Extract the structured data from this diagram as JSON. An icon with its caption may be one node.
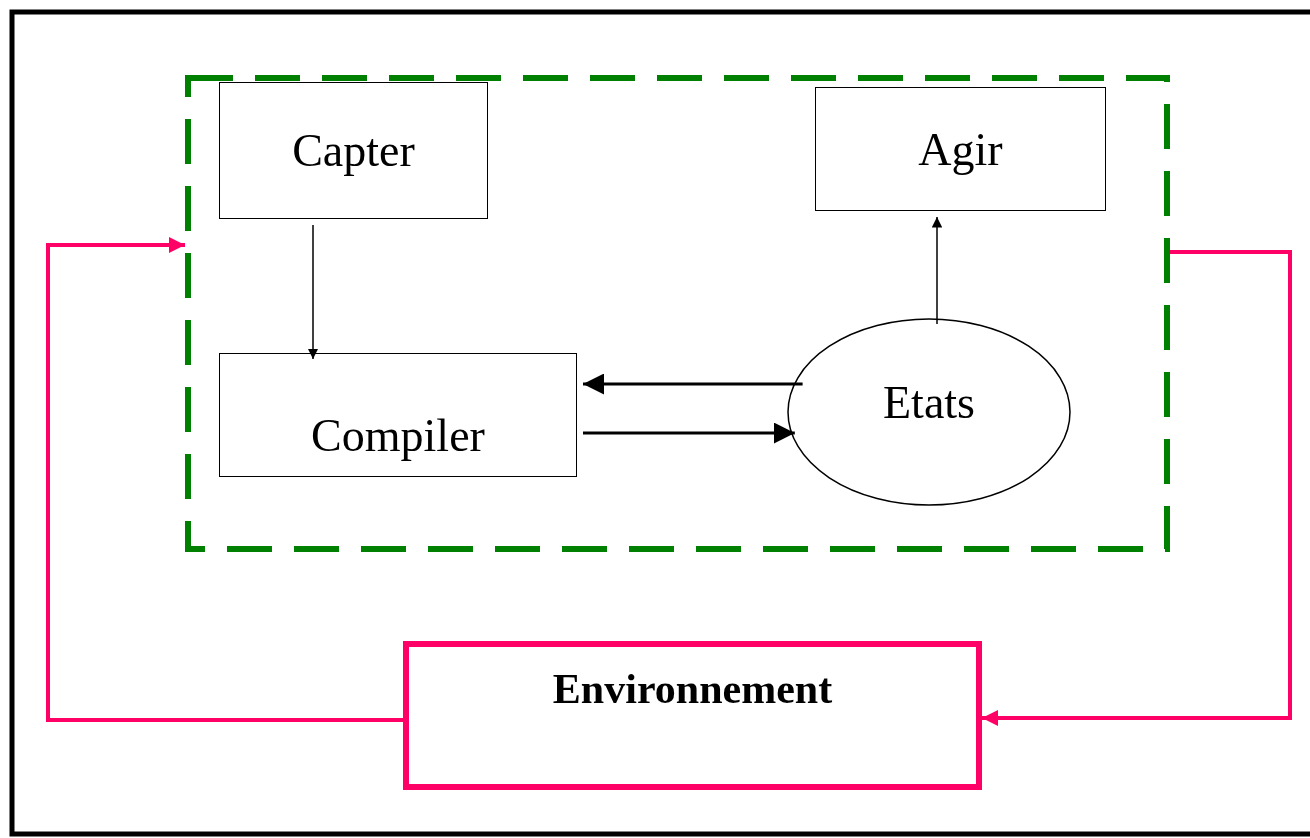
{
  "diagram": {
    "nodes": [
      {
        "text": [],
        "shape": "box"
      },
      {
        "text": [
          "Capter"
        ],
        "in": 0
      },
      {
        "text": [
          "Agir"
        ],
        "in": 0
      },
      {
        "text": [
          "Compiler"
        ],
        "in": 0
      },
      {
        "text": [
          "Etats"
        ],
        "in": 0
      },
      {
        "text": [
          "Environnement"
        ]
      }
    ],
    "edges": [
      {
        "from": 1,
        "to": 3,
        "arrow": "to"
      },
      {
        "from": 4,
        "to": 3,
        "arrow": "to"
      },
      {
        "from": 3,
        "to": 4,
        "arrow": "to"
      },
      {
        "from": 4,
        "to": 2,
        "arrow": "to"
      },
      {
        "from": 5,
        "to": 0,
        "arrow": "to",
        "color": "#ff0066"
      },
      {
        "from": 0,
        "to": 5,
        "arrow": "to",
        "color": "#ff0066"
      }
    ]
  }
}
